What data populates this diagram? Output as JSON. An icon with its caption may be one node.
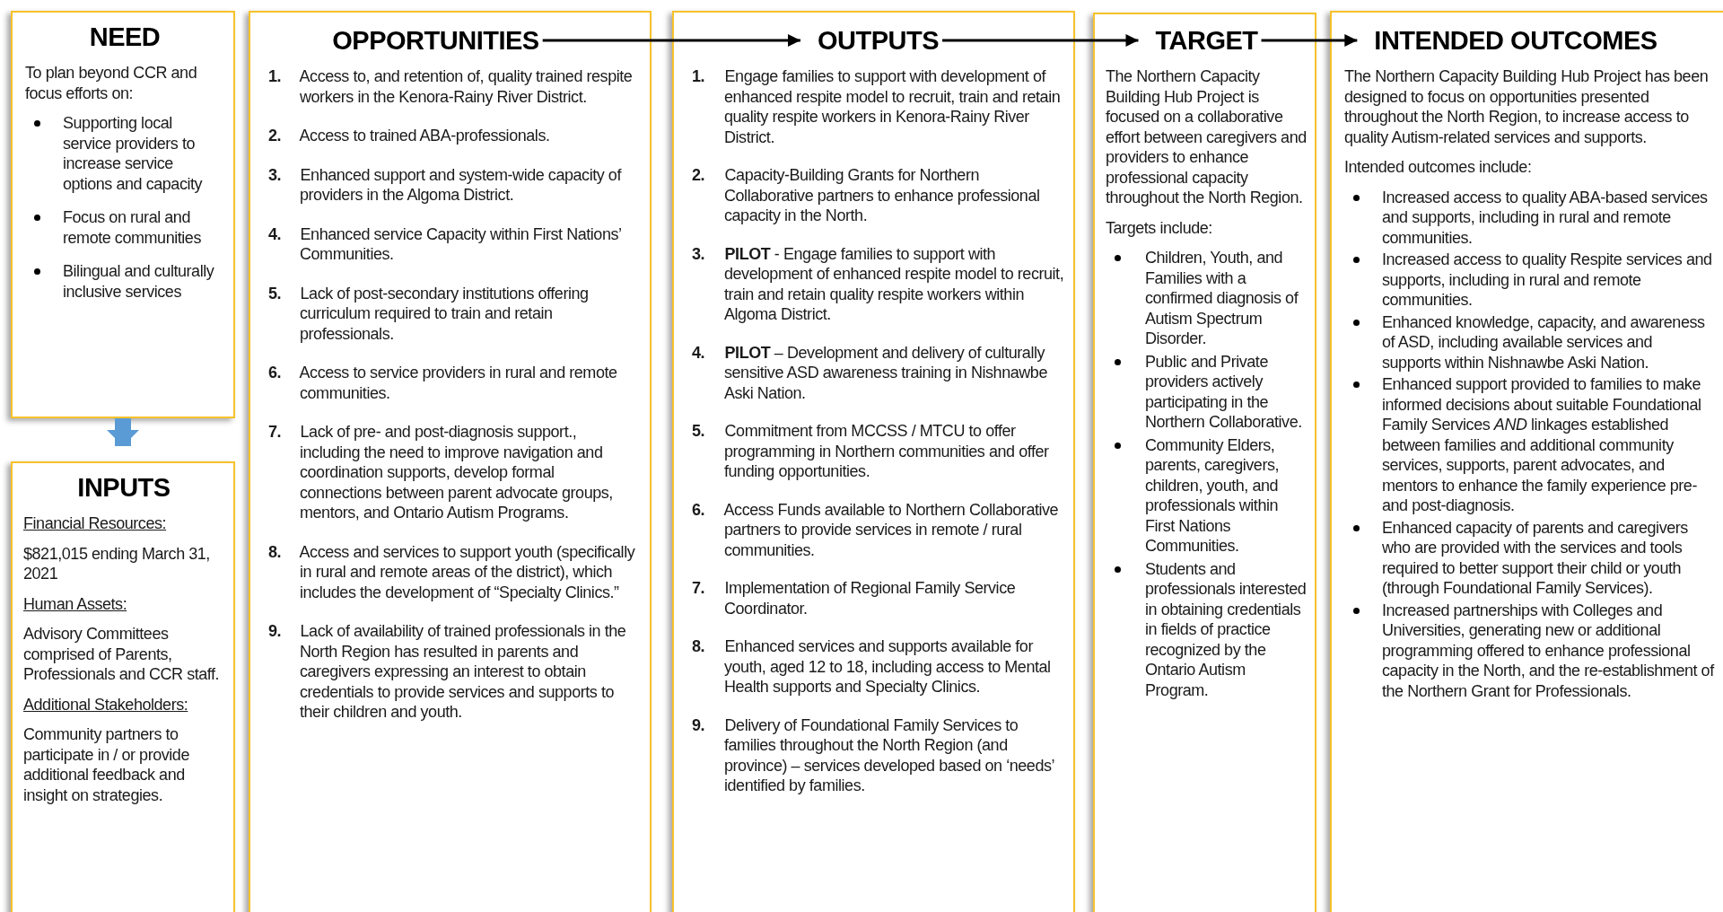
{
  "diagram": {
    "nodes": [
      {
        "text": [
          "NEED",
          "To plan beyond CCR and focus efforts on:",
          "Supporting local service providers to increase service options and capacity",
          "Focus on rural and remote communities",
          "Bilingual and culturally inclusive services"
        ]
      },
      {
        "text": [
          "INPUTS",
          "Financial Resources:",
          "$821,015 ending March 31, 2021",
          "Human Assets:",
          "Advisory Committees comprised of Parents, Professionals and CCR staff.",
          "Additional Stakeholders:",
          "Community partners to participate in / or provide additional feedback and insight on strategies."
        ]
      },
      {
        "text": [
          "OPPORTUNITIES",
          "**1.** Access to, and retention of, quality trained respite workers in the Kenora-Rainy River District.",
          "**2.** Access to trained ABA-professionals.",
          "**3.** Enhanced support and system-wide capacity of providers in the Algoma District.",
          "**4.** Enhanced service Capacity within First Nations’ Communities.",
          "**5.** Lack of post-secondary institutions offering curriculum required to train and retain professionals.",
          "**6.** Access to service providers in rural and remote communities.",
          "**7.** Lack of pre- and post-diagnosis support., including the need to improve navigation and coordination supports, develop formal connections between parent advocate groups, mentors, and Ontario Autism Programs.",
          "**8.** Access and services to support youth (specifically in rural and remote areas of the district), which includes the development of “Specialty Clinics.”",
          "**9.** Lack of availability of trained professionals in the North Region has resulted in parents and caregivers expressing an interest to obtain credentials to provide services and supports to their children and youth."
        ]
      },
      {
        "text": [
          "OUTPUTS",
          "**1.** Engage families to support with development of enhanced respite model to recruit, train and retain quality respite workers in Kenora-Rainy River District.",
          "**2.** Capacity-Building Grants for Northern Collaborative partners to enhance professional capacity in the North.",
          "**3.** **PILOT** - Engage families to support with development of enhanced respite model to recruit, train and retain quality respite workers within Algoma District.",
          "**4.** **PILOT** – Development and delivery of culturally sensitive ASD awareness training in Nishnawbe Aski Nation.",
          "**5.** Commitment from MCCSS / MTCU to offer programming in Northern communities and offer funding opportunities.",
          "**6.** Access Funds available to Northern Collaborative partners to provide services in remote / rural communities.",
          "**7.** Implementation of Regional Family Service Coordinator.",
          "**8.** Enhanced services and supports available for youth, aged 12 to 18, including access to Mental Health supports and Specialty Clinics.",
          "**9.** Delivery of Foundational Family Services to families throughout the North Region (and province) – services developed based on ‘needs’ identified by families."
        ]
      },
      {
        "text": [
          "TARGET",
          "The Northern Capacity Building Hub Project is focused on a collaborative effort between caregivers and providers to enhance professional capacity throughout the North Region.",
          "Targets include:",
          "Children, Youth, and Families with a confirmed diagnosis of Autism Spectrum Disorder.",
          "Public and Private providers actively participating in the Northern Collaborative.",
          "Community Elders, parents, caregivers, children, youth, and professionals within First Nations Communities.",
          "Students and professionals interested in obtaining credentials in fields of practice recognized by the Ontario Autism Program."
        ]
      },
      {
        "text": [
          "INTENDED OUTCOMES",
          "The Northern Capacity Building Hub Project has been designed to focus on opportunities presented throughout the North Region, to increase access to quality Autism-related services and supports.",
          "Intended outcomes include:",
          "Increased access to quality ABA-based services and supports, including in rural and remote communities.",
          "Increased access to quality Respite services and supports, including in rural and remote communities.",
          "Enhanced knowledge, capacity, and awareness of ASD, including available services and supports within Nishnawbe Aski Nation.",
          "Enhanced support provided to families to make informed decisions about suitable Foundational Family Services *AND* linkages established between families and additional community services, supports, parent advocates, and mentors to enhance the family experience pre- and post-diagnosis.",
          "Enhanced capacity of parents and caregivers who are provided with the services and tools required to better support their child or youth (through Foundational Family Services).",
          "Increased partnerships with Colleges and Universities, generating new or additional programming offered to enhance professional capacity in the North, and the re-establishment of the Northern Grant for Professionals."
        ]
      }
    ],
    "edges": [
      {
        "from": 0,
        "to": 1,
        "arrow": "to",
        "style": "thick",
        "color": "#5b9bd5"
      },
      {
        "from": 2,
        "to": 3,
        "arrow": "to"
      },
      {
        "from": 3,
        "to": 4,
        "arrow": "to"
      },
      {
        "from": 4,
        "to": 5,
        "arrow": "to"
      }
    ]
  }
}
